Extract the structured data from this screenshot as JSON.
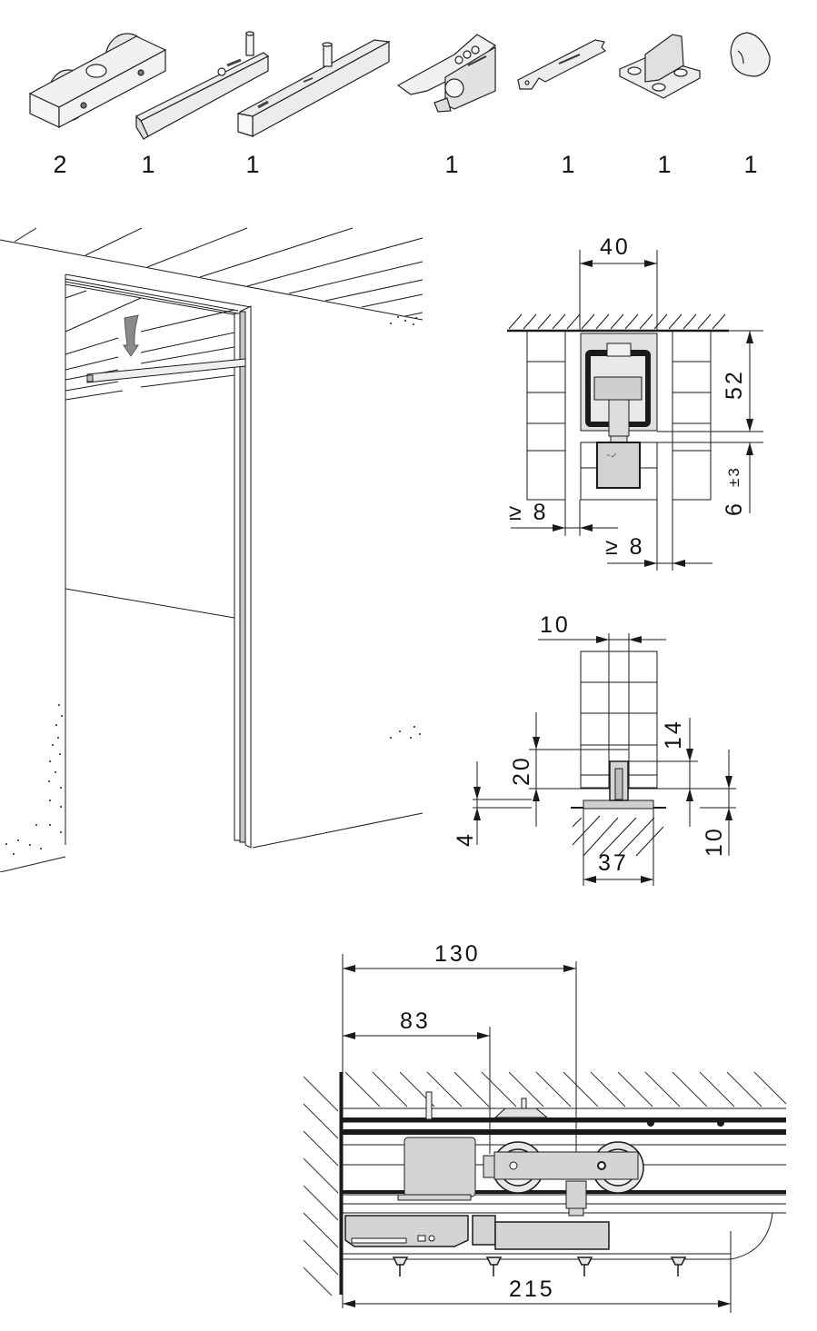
{
  "parts_list": {
    "items": [
      {
        "name": "carriage-roller",
        "quantity": "2"
      },
      {
        "name": "damper-track-left",
        "quantity": "1"
      },
      {
        "name": "damper-track-right",
        "quantity": "1"
      },
      {
        "name": "activator-clip",
        "quantity": "1"
      },
      {
        "name": "adjustment-wrench",
        "quantity": "1"
      },
      {
        "name": "floor-guide",
        "quantity": "1"
      },
      {
        "name": "stopper-buffer",
        "quantity": "1"
      }
    ]
  },
  "cross_section": {
    "width_dim": "40",
    "height_dim": "52",
    "gap_dim": "6",
    "gap_tolerance": "±3",
    "left_clearance": "≥ 8",
    "right_clearance": "≥ 8"
  },
  "floor_guide_section": {
    "slot_width": "10",
    "guide_height": "14",
    "overlap": "20",
    "plate_thickness": "4",
    "floor_offset": "10",
    "base_width": "37"
  },
  "side_view": {
    "dim_outer": "130",
    "dim_inner": "83",
    "dim_total": "215"
  },
  "colors": {
    "line": "#1a1a1a",
    "fill_gray": "#d4d4d4",
    "arrow_gray": "#8a8a8a",
    "background": "#ffffff"
  }
}
